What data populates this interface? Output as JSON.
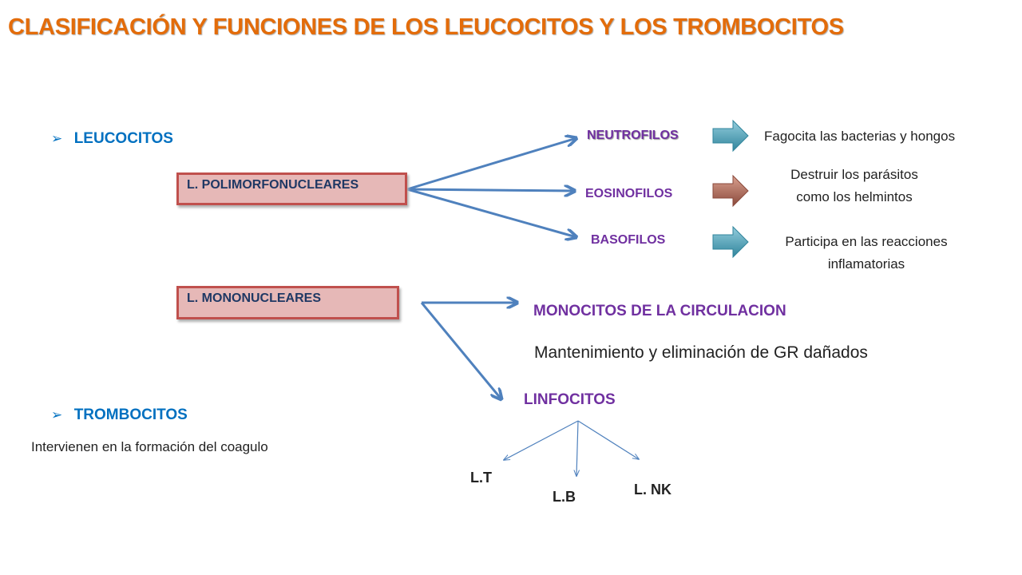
{
  "title": "CLASIFICACIÓN Y FUNCIONES DE LOS LEUCOCITOS Y LOS TROMBOCITOS",
  "leucocitos": {
    "label": "LEUCOCITOS",
    "polimorfonucleares": {
      "label": "L. POLIMORFONUCLEARES",
      "neutrofilos": {
        "label": "NEUTROFILOS",
        "function": "Fagocita las bacterias y hongos"
      },
      "eosinofilos": {
        "label": "EOSINOFILOS",
        "function_line1": "Destruir los parásitos",
        "function_line2": "como los helmintos"
      },
      "basofilos": {
        "label": "BASOFILOS",
        "function_line1": "Participa en las reacciones",
        "function_line2": "inflamatorias"
      }
    },
    "mononucleares": {
      "label": "L. MONONUCLEARES",
      "monocitos": {
        "label": "MONOCITOS DE LA CIRCULACION",
        "function": "Mantenimiento y eliminación de GR dañados"
      },
      "linfocitos": {
        "label": "LINFOCITOS",
        "lt": "L.T",
        "lb": "L.B",
        "lnk": "L. NK"
      }
    }
  },
  "trombocitos": {
    "label": "TROMBOCITOS",
    "function": "Intervienen en la formación del coagulo"
  },
  "colors": {
    "title": "#e36c0a",
    "bullet": "#0070c0",
    "cell_label": "#7030a0",
    "box_fill": "#e6b8b7",
    "box_border": "#c0504d",
    "connector": "#4f81bd",
    "block_arrow_blue": "#4bacc6",
    "block_arrow_brown": "#c0504d"
  },
  "icons": [
    "bullet-arrow-icon",
    "block-arrow-right-icon"
  ]
}
